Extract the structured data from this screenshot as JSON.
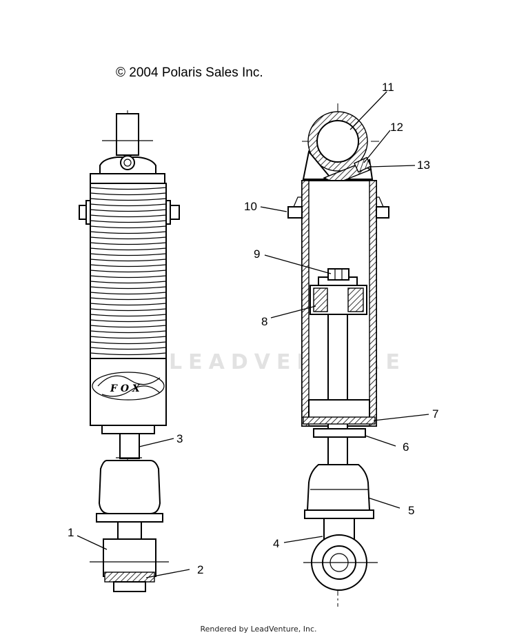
{
  "copyright": "© 2004 Polaris Sales Inc.",
  "footer": "Rendered by LeadVenture, Inc.",
  "watermark": "LEADVENTURE",
  "callouts": [
    "1",
    "2",
    "3",
    "4",
    "5",
    "6",
    "7",
    "8",
    "9",
    "10",
    "11",
    "12",
    "13"
  ]
}
